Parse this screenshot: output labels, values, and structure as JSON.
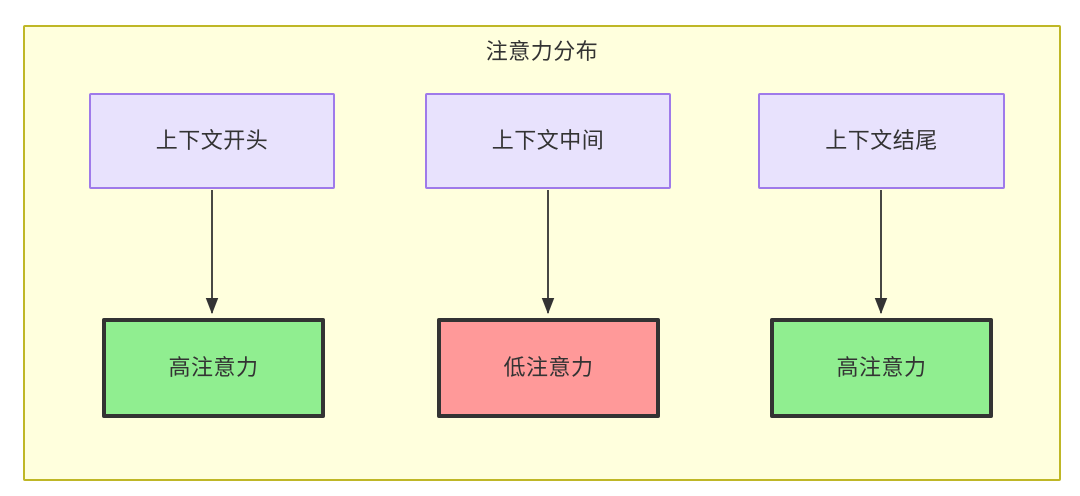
{
  "diagram": {
    "title": "注意力分布",
    "colors": {
      "cluster_fill": "#ffffdd",
      "cluster_border": "#bfb726",
      "context_fill": "#e8e2fd",
      "context_border": "#9f7aea",
      "high_attention_fill": "#90ee90",
      "low_attention_fill": "#ff9999",
      "node_border": "#333333",
      "edge": "#333333",
      "text": "#333333"
    },
    "nodes": {
      "context": [
        {
          "id": "context-start",
          "label": "上下文开头"
        },
        {
          "id": "context-middle",
          "label": "上下文中间"
        },
        {
          "id": "context-end",
          "label": "上下文结尾"
        }
      ],
      "results": [
        {
          "id": "attention-start",
          "label": "高注意力",
          "level": "high"
        },
        {
          "id": "attention-middle",
          "label": "低注意力",
          "level": "low"
        },
        {
          "id": "attention-end",
          "label": "高注意力",
          "level": "high"
        }
      ]
    },
    "edges": [
      {
        "from": "上下文开头",
        "to": "高注意力"
      },
      {
        "from": "上下文中间",
        "to": "低注意力"
      },
      {
        "from": "上下文结尾",
        "to": "高注意力"
      }
    ]
  }
}
